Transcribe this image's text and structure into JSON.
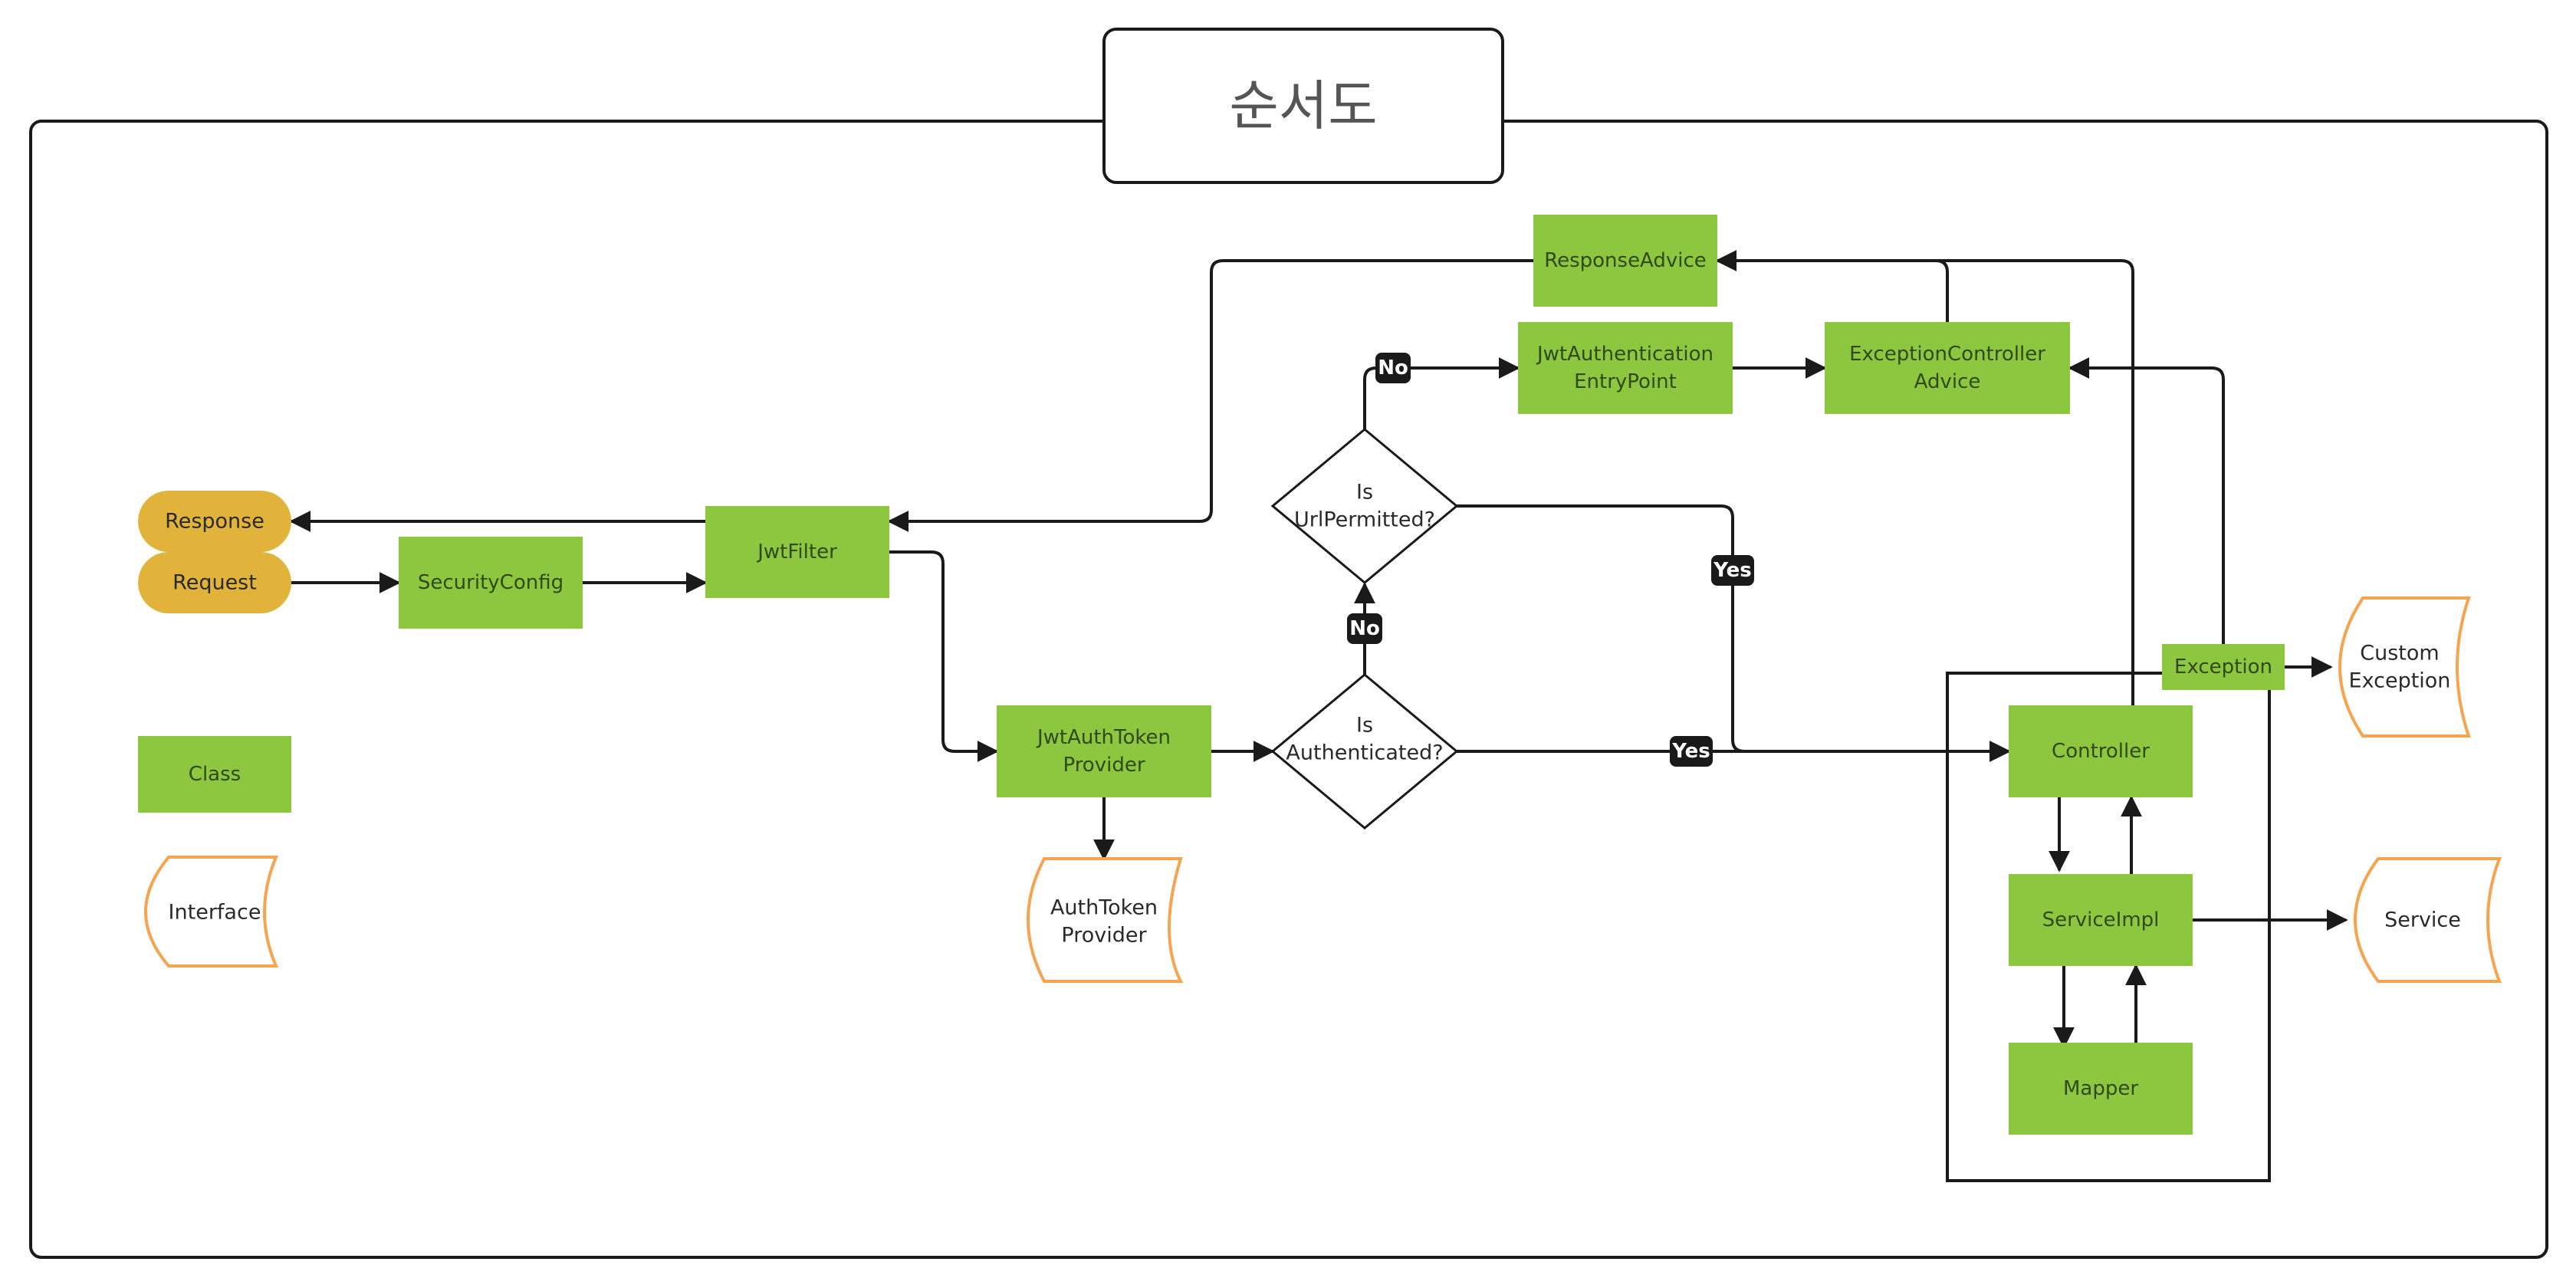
{
  "title": "순서도",
  "colors": {
    "class_fill": "#8dc63f",
    "terminal_fill": "#e2b33a",
    "interface_stroke": "#f5a44f",
    "line": "#1a1a1a",
    "badge_fill": "#1a1a1a"
  },
  "nodes": {
    "response": "Response",
    "request": "Request",
    "security_config": "SecurityConfig",
    "jwt_filter": "JwtFilter",
    "jwt_auth_token_provider": [
      "JwtAuthToken",
      "Provider"
    ],
    "auth_token_provider": [
      "AuthToken",
      "Provider"
    ],
    "is_authenticated": [
      "Is",
      "Authenticated?"
    ],
    "is_url_permitted": [
      "Is",
      "UrlPermitted?"
    ],
    "jwt_authentication_entry_point": [
      "JwtAuthentication",
      "EntryPoint"
    ],
    "exception_controller_advice": [
      "ExceptionController",
      "Advice"
    ],
    "response_advice": "ResponseAdvice",
    "controller": "Controller",
    "service_impl": "ServiceImpl",
    "mapper": "Mapper",
    "exception": "Exception",
    "custom_exception": [
      "Custom",
      "Exception"
    ],
    "service": "Service"
  },
  "legend": {
    "class": "Class",
    "interface": "Interface"
  },
  "badges": {
    "no_top": "No",
    "no_middle": "No",
    "yes_urlpermitted": "Yes",
    "yes_authenticated": "Yes"
  }
}
